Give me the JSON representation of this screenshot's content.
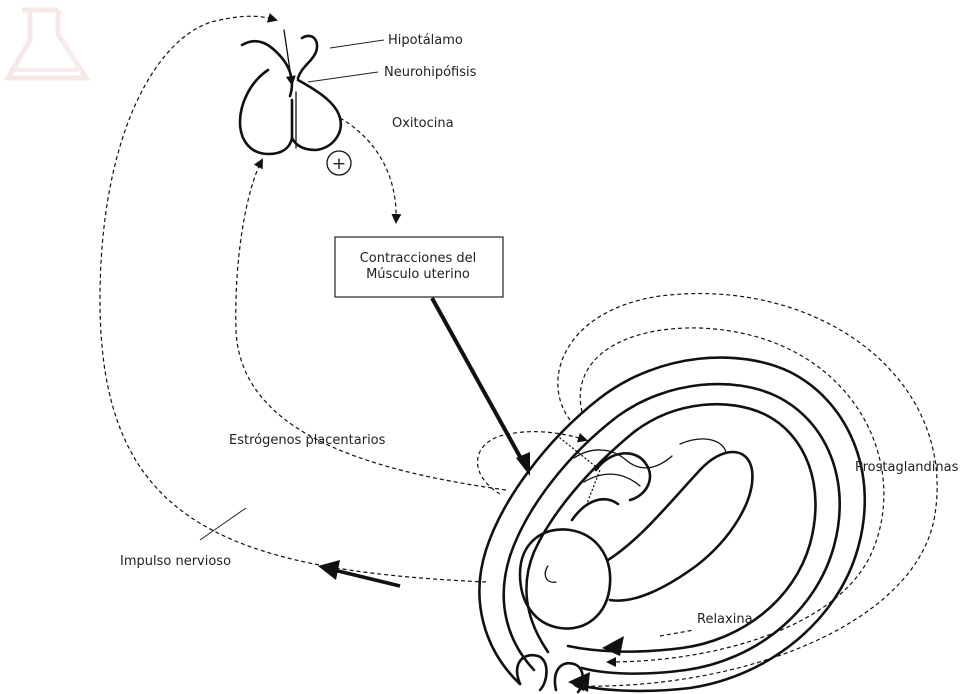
{
  "labels": {
    "hipotalamo": "Hipotálamo",
    "neurohipofisis": "Neurohipófisis",
    "oxitocina": "Oxitocina",
    "contracciones_line1": "Contracciones del",
    "contracciones_line2": "Músculo uterino",
    "estrogenos": "Estrógenos placentarios",
    "prostaglandinas": "Prostaglandinas",
    "impulso": "Impulso nervioso",
    "relaxina": "Relaxina",
    "plus_sign": "+"
  },
  "colors": {
    "ink": "#111111",
    "text": "#222222",
    "background": "#ffffff",
    "watermark": "#f2d6d6"
  },
  "icons": {
    "watermark": "flask-icon",
    "stimulation": "plus-circle-icon"
  }
}
